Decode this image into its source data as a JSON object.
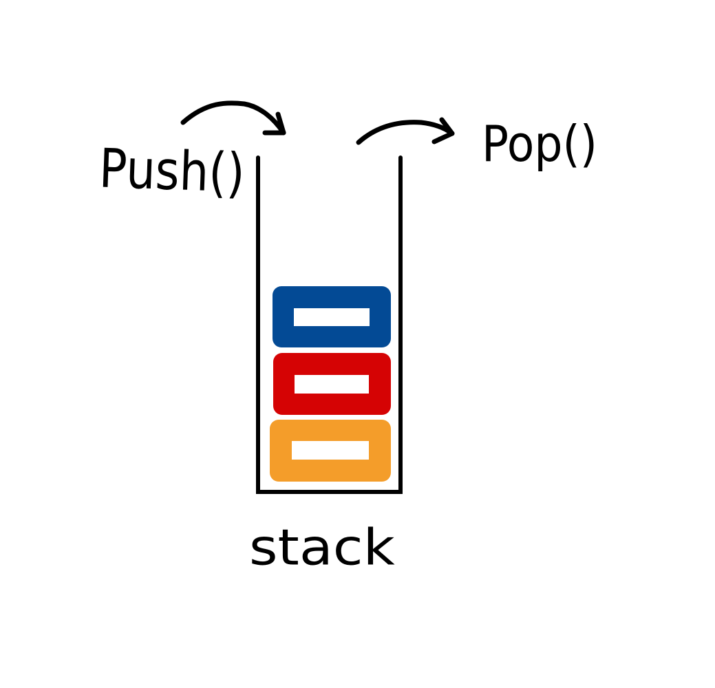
{
  "labels": {
    "push": "Push()",
    "pop": "Pop()",
    "stack": "stack"
  },
  "stack_items": [
    {
      "position": "top",
      "color": "#034a95"
    },
    {
      "position": "middle",
      "color": "#d50304"
    },
    {
      "position": "bottom",
      "color": "#f49d2a"
    }
  ],
  "colors": {
    "ink": "#000000",
    "slot": "#ffffff",
    "background": "#ffffff"
  }
}
